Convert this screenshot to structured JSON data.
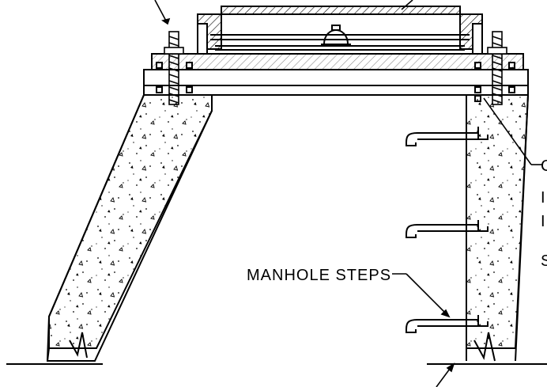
{
  "drawing": {
    "background": "#ffffff",
    "line_color": "#000000",
    "labels": {
      "manhole_steps": "MANHOLE STEPS"
    },
    "edge_glyphs": [
      "C",
      "I",
      "I",
      "S"
    ]
  }
}
